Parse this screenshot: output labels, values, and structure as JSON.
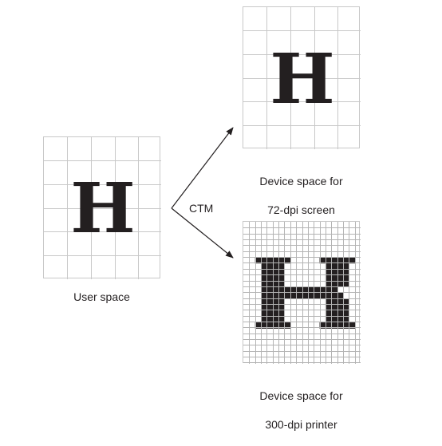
{
  "user_space": {
    "letter": "H",
    "caption": "User space"
  },
  "screen_device_space": {
    "letter": "H",
    "caption_line1": "Device space for",
    "caption_line2": "72-dpi screen"
  },
  "printer_device_space": {
    "letter": "H",
    "caption_line1": "Device space for",
    "caption_line2": "300-dpi printer"
  },
  "transform": {
    "label": "CTM"
  },
  "colors": {
    "ink": "#231f20",
    "grid_line": "#c8c8c8",
    "fine_grid_line": "#b4b4b4",
    "pixel_fill": "#231f20"
  }
}
